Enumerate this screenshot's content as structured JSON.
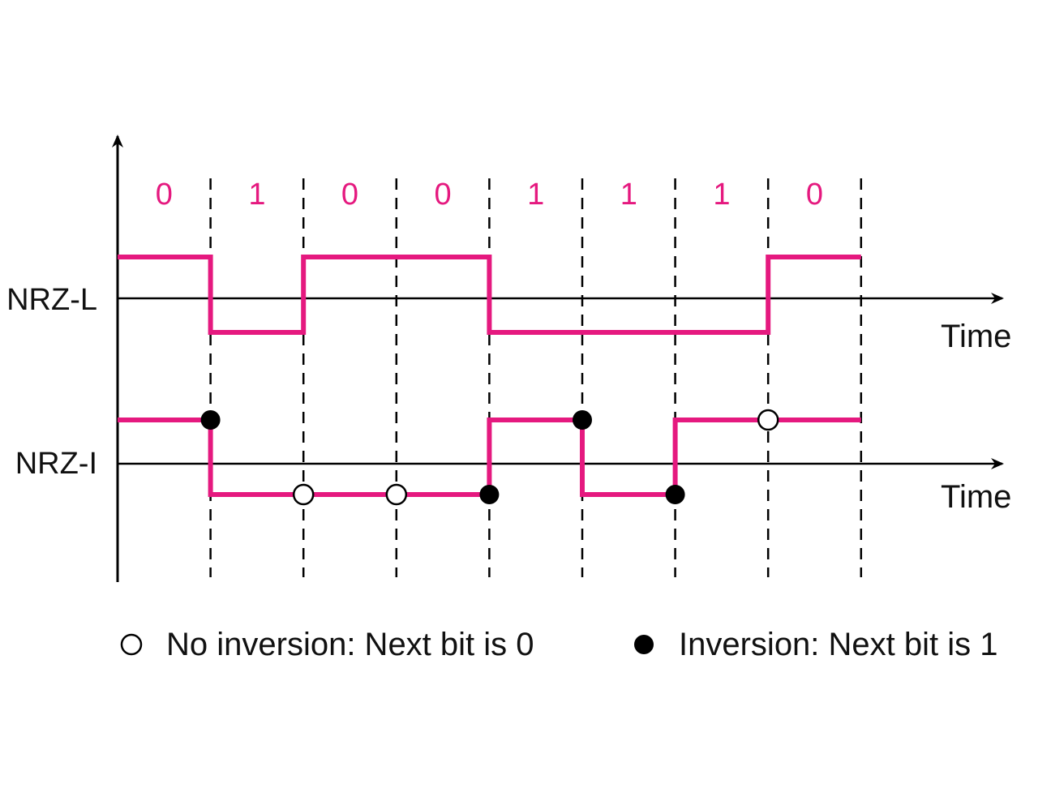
{
  "bits": [
    "0",
    "1",
    "0",
    "0",
    "1",
    "1",
    "1",
    "0"
  ],
  "signals": [
    {
      "name": "NRZ-L",
      "time_label": "Time",
      "levels": [
        1,
        0,
        1,
        1,
        0,
        0,
        0,
        1
      ]
    },
    {
      "name": "NRZ-I",
      "time_label": "Time",
      "levels": [
        1,
        0,
        0,
        0,
        1,
        0,
        1,
        1
      ],
      "transition_markers": [
        {
          "boundary": 1,
          "type": "inversion"
        },
        {
          "boundary": 2,
          "type": "no-inversion"
        },
        {
          "boundary": 3,
          "type": "no-inversion"
        },
        {
          "boundary": 4,
          "type": "inversion"
        },
        {
          "boundary": 5,
          "type": "inversion"
        },
        {
          "boundary": 6,
          "type": "inversion"
        },
        {
          "boundary": 7,
          "type": "no-inversion"
        }
      ]
    }
  ],
  "legend": {
    "no_inversion": "No inversion: Next bit is 0",
    "inversion": "Inversion: Next bit is 1"
  },
  "colors": {
    "signal": "#e5197f",
    "bit_label": "#e5197f",
    "axis": "#000000"
  }
}
